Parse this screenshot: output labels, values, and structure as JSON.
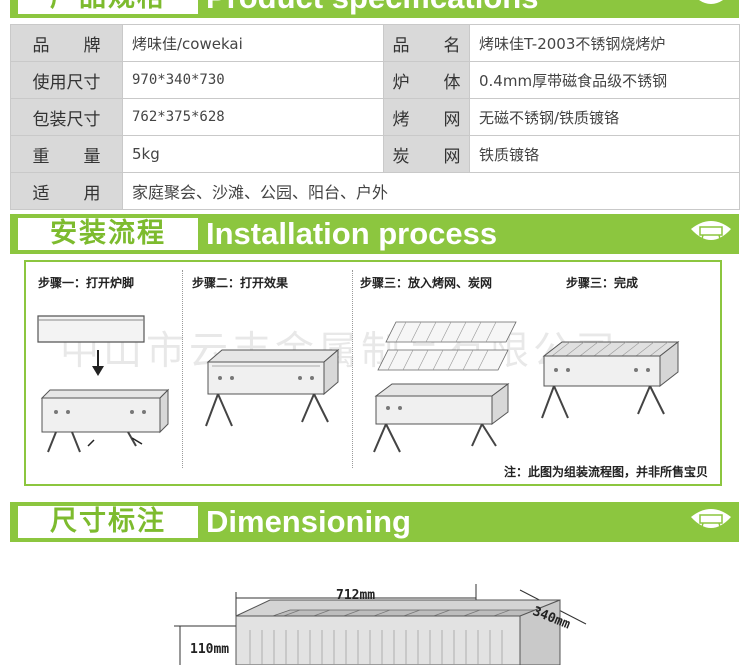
{
  "banner_specs": {
    "zh": "产品规格",
    "en": "Product specifications"
  },
  "specs": {
    "rows": [
      {
        "l1": "品　　牌",
        "v1": "烤味佳/cowekai",
        "l2": "品　　名",
        "v2": "烤味佳T-2003不锈钢烧烤炉"
      },
      {
        "l1": "使用尺寸",
        "v1": "970*340*730",
        "l2": "炉　　体",
        "v2": "0.4mm厚带磁食品级不锈钢"
      },
      {
        "l1": "包装尺寸",
        "v1": "762*375*628",
        "l2": "烤　　网",
        "v2": "无磁不锈钢/铁质镀铬"
      },
      {
        "l1": "重　　量",
        "v1": "5kg",
        "l2": "炭　　网",
        "v2": "铁质镀铬"
      }
    ],
    "usage": {
      "label": "适　　用",
      "value": "家庭聚会、沙滩、公园、阳台、户外"
    }
  },
  "banner_install": {
    "zh": "安装流程",
    "en": "Installation process"
  },
  "install": {
    "steps": [
      "步骤一：打开炉脚",
      "步骤二：打开效果",
      "步骤三：放入烤网、炭网",
      "步骤三：完成"
    ],
    "watermark": "中山市云丰金属制品有限公司",
    "note": "注：此图为组装流程图，并非所售宝贝"
  },
  "banner_dim": {
    "zh": "尺寸标注",
    "en": "Dimensioning"
  },
  "dimensions": {
    "length": "712mm",
    "width": "340mm",
    "height": "110mm"
  },
  "colors": {
    "accent": "#8cc63f",
    "label_bg": "#d9d9d9",
    "border": "#c9c9c9"
  }
}
